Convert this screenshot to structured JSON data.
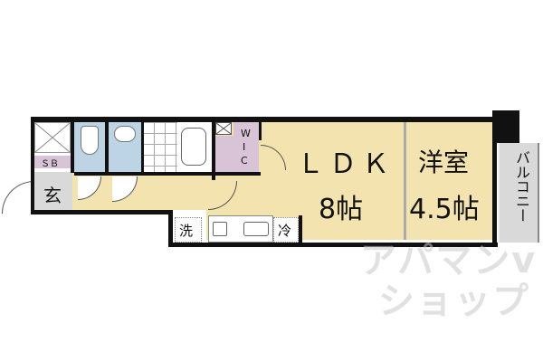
{
  "floorplan": {
    "rooms": {
      "ldk": {
        "name": "ＬＤＫ",
        "size": "8帖"
      },
      "western": {
        "name": "洋室",
        "size": "4.5帖"
      },
      "balcony": {
        "name": "バルコニー"
      },
      "entrance": {
        "name": "玄"
      },
      "shoebox": {
        "name": "ＳＢ"
      },
      "wic": {
        "name": "W I C",
        "lines": [
          "W",
          "I",
          "C"
        ]
      },
      "washer": {
        "name": "洗"
      },
      "fridge": {
        "name": "冷"
      }
    },
    "watermark": {
      "line1": "アパマンv",
      "line2": "ショップ"
    },
    "colors": {
      "floor": "#f3e3ae",
      "wet_area": "#bcd4e3",
      "storage": "#d9c3d6",
      "balcony": "#d9d9d9",
      "wall": "#111111"
    }
  }
}
